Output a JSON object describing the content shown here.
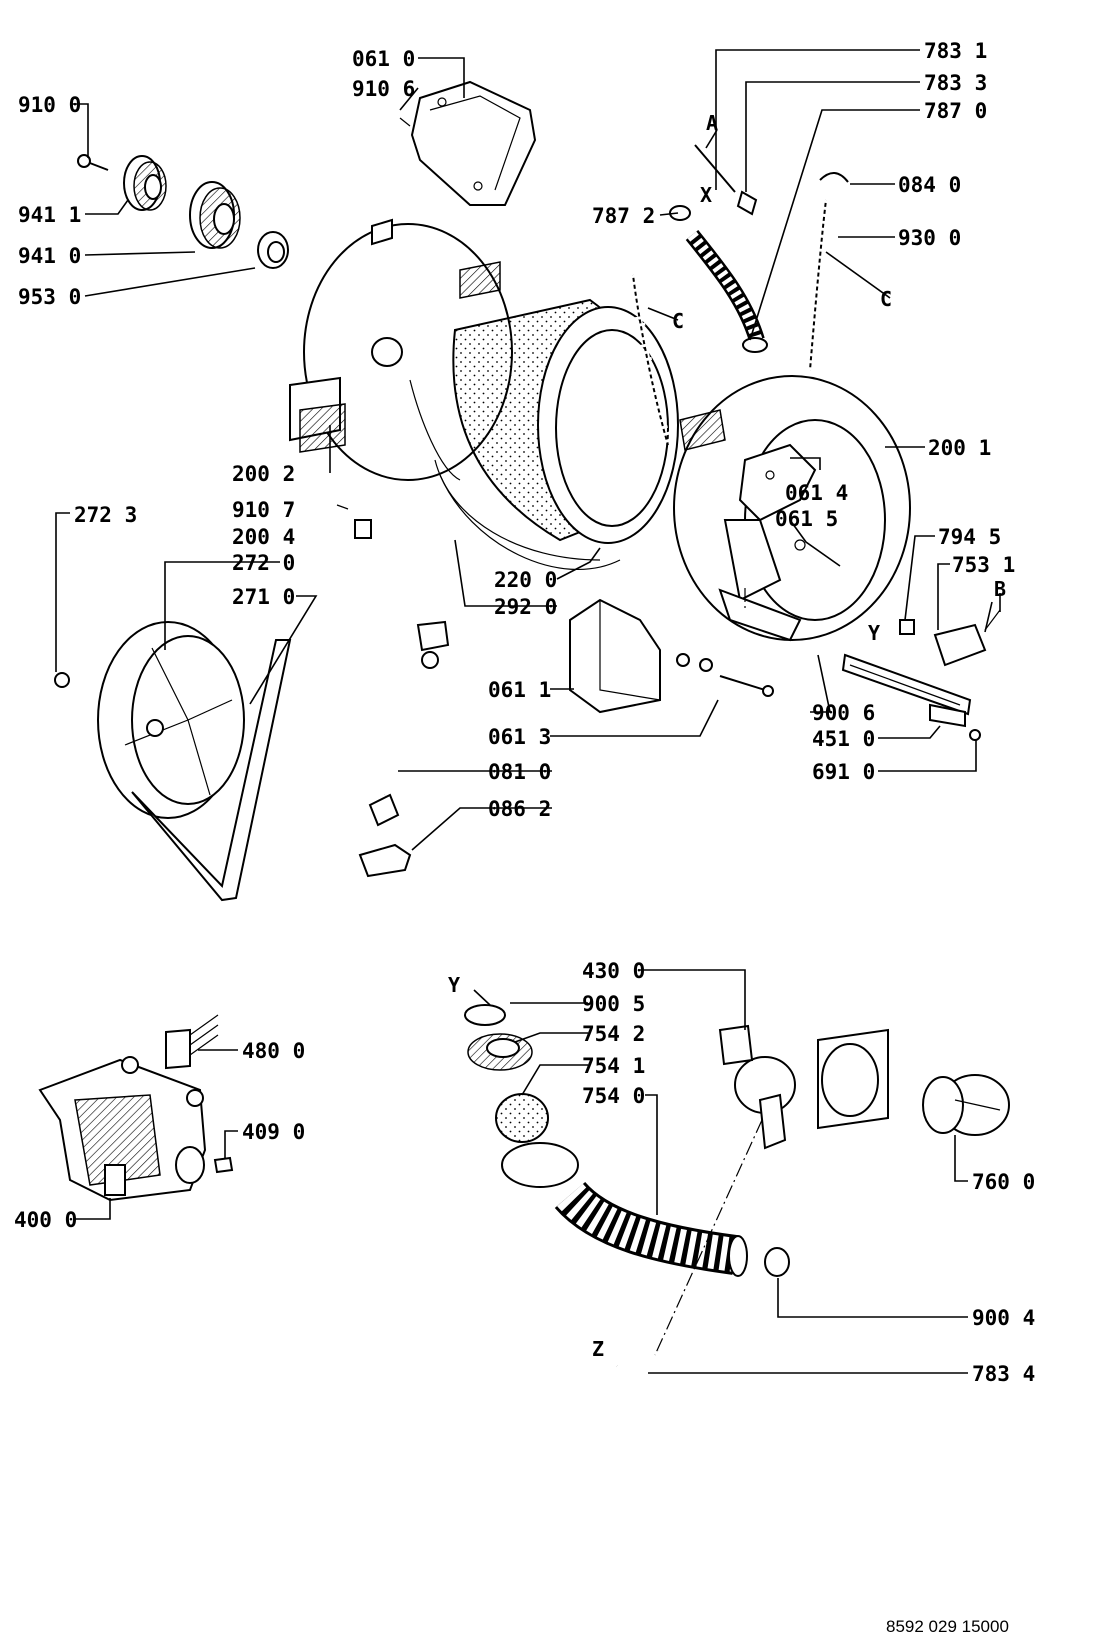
{
  "labels": {
    "l0610": "061 0",
    "l9106": "910 6",
    "l9100": "910 0",
    "l9411": "941 1",
    "l9410": "941 0",
    "l9530": "953 0",
    "l7831": "783 1",
    "l7833": "783 3",
    "l7870": "787 0",
    "l0840": "084 0",
    "l7872": "787 2",
    "l9300": "930 0",
    "l2002": "200 2",
    "l2001": "200 1",
    "l9107": "910 7",
    "l2004": "200 4",
    "l0614": "061 4",
    "l0615": "061 5",
    "l2723": "272 3",
    "l2720": "272 0",
    "l2710": "271 0",
    "l7945": "794 5",
    "l7531": "753 1",
    "l2200": "220 0",
    "l2920": "292 0",
    "l0611": "061 1",
    "l9006": "900 6",
    "l0613": "061 3",
    "l4510": "451 0",
    "l0810": "081 0",
    "l6910": "691 0",
    "l0862": "086 2",
    "l4300": "430 0",
    "l9005": "900 5",
    "l7542": "754 2",
    "l7541": "754 1",
    "l7540": "754 0",
    "l4800": "480 0",
    "l4090": "409 0",
    "l4000": "400 0",
    "l7600": "760 0",
    "l9004": "900 4",
    "l7834": "783 4"
  },
  "letters": {
    "A": "A",
    "X": "X",
    "C1": "C",
    "C2": "C",
    "B": "B",
    "Y1": "Y",
    "Y2": "Y",
    "Z": "Z"
  },
  "footer": {
    "code": "8592 029 15000"
  }
}
